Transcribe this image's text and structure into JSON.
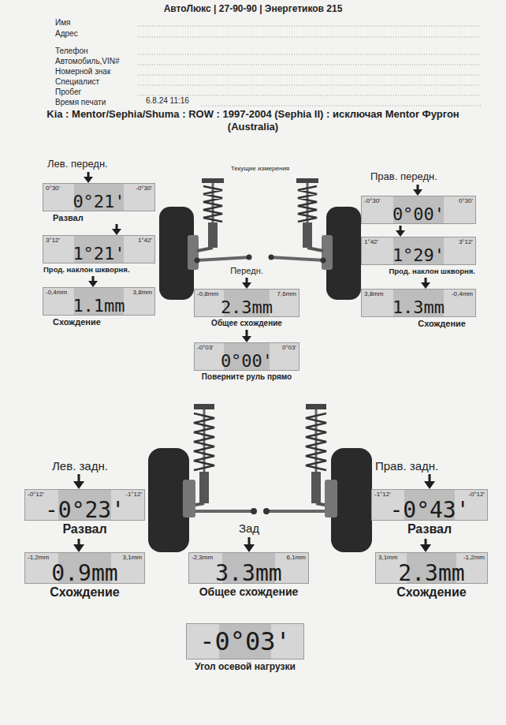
{
  "diagram": {
    "title": "АвтоЛюкс | 27-90-90 | Энергетиков 215",
    "nodes": [
      {
        "text": [
          "0°30'",
          "-0°30'",
          "0°21'",
          "Развал"
        ]
      },
      {
        "text": [
          "3°12'",
          "1°42'",
          "1°21'",
          "Прод. наклон шкворня."
        ]
      },
      {
        "text": [
          "-0,4mm",
          "3,8mm",
          "1.1mm",
          "Схождение"
        ]
      },
      {
        "text": [
          "-0°30'",
          "0°30'",
          "0°00'"
        ]
      },
      {
        "text": [
          "1°42'",
          "3°12'",
          "1°29'",
          "Прод. наклон шкворня."
        ]
      },
      {
        "text": [
          "3,8mm",
          "-0,4mm",
          "1.3mm",
          "Схождение"
        ]
      },
      {
        "text": [
          "-0,8mm",
          "7,6mm",
          "2.3mm",
          "Общее схождение"
        ]
      },
      {
        "text": [
          "-0°03'",
          "0°03'",
          "0°00'",
          "Поверните руль прямо"
        ]
      },
      {
        "text": [
          "-0°12'",
          "-1°12'",
          "-0°23'",
          "Развал"
        ]
      },
      {
        "text": [
          "-1,2mm",
          "3,1mm",
          "0.9mm",
          "Схождение"
        ]
      },
      {
        "text": [
          "-2,3mm",
          "6,1mm",
          "3.3mm",
          "Общее схождение"
        ]
      },
      {
        "text": [
          "-1°12'",
          "-0°12'",
          "-0°43'",
          "Развал"
        ]
      },
      {
        "text": [
          "3,1mm",
          "-1,2mm",
          "2.3mm",
          "Схождение"
        ]
      },
      {
        "text": [
          "-0°03'",
          "Угол осевой нагрузки"
        ]
      }
    ],
    "labels": [
      "Имя",
      "Адрес",
      "Телефон",
      "Автомобиль,VIN#",
      "Номерной знак",
      "Специалист",
      "Пробег",
      "Время печати",
      "6.8.24 11:16",
      "Kia : Mentor/Sephia/Shuma : ROW : 1997-2004 (Sephia II) : исключая Mentor Фургон (Australia)",
      "Текущие измерения",
      "Лев. передн.",
      "Прав. передн.",
      "Передн.",
      "Лев. задн.",
      "Прав. задн.",
      "Зад"
    ]
  }
}
